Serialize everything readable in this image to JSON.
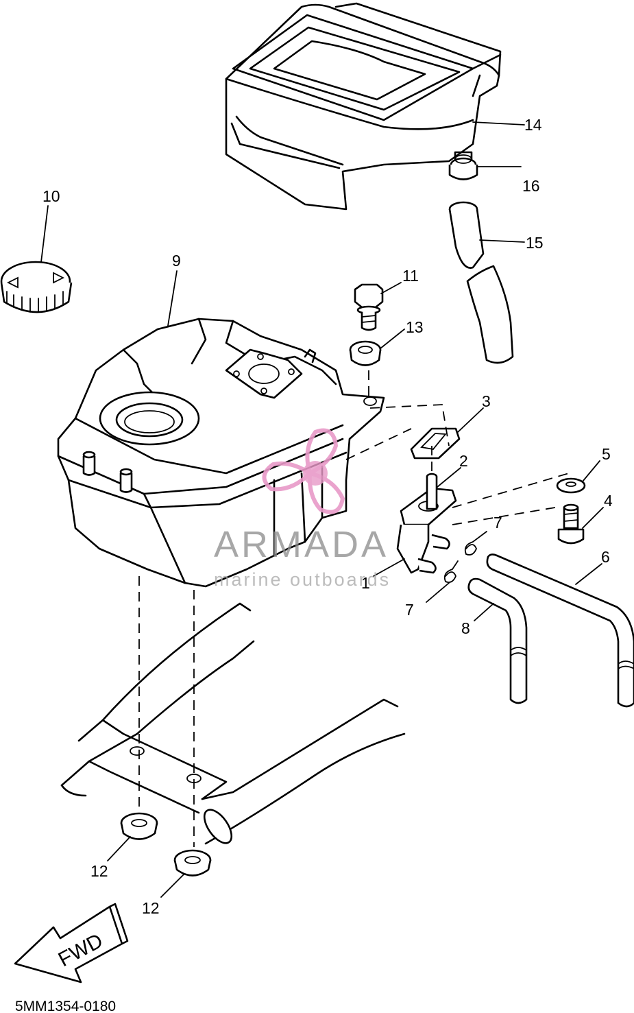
{
  "diagram": {
    "reference_code": "5MM1354-0180",
    "direction_label": "FWD",
    "callouts": [
      {
        "id": "c1",
        "label": "1"
      },
      {
        "id": "c2",
        "label": "2"
      },
      {
        "id": "c3",
        "label": "3"
      },
      {
        "id": "c4",
        "label": "4"
      },
      {
        "id": "c5",
        "label": "5"
      },
      {
        "id": "c6",
        "label": "6"
      },
      {
        "id": "c7a",
        "label": "7"
      },
      {
        "id": "c7b",
        "label": "7"
      },
      {
        "id": "c8",
        "label": "8"
      },
      {
        "id": "c9",
        "label": "9"
      },
      {
        "id": "c10",
        "label": "10"
      },
      {
        "id": "c11",
        "label": "11"
      },
      {
        "id": "c12a",
        "label": "12"
      },
      {
        "id": "c12b",
        "label": "12"
      },
      {
        "id": "c13",
        "label": "13"
      },
      {
        "id": "c14",
        "label": "14"
      },
      {
        "id": "c15",
        "label": "15"
      },
      {
        "id": "c16",
        "label": "16"
      }
    ]
  },
  "watermark": {
    "title": "ARMADA",
    "subtitle": "marine outboards",
    "logo_color": "#e89ac8"
  }
}
